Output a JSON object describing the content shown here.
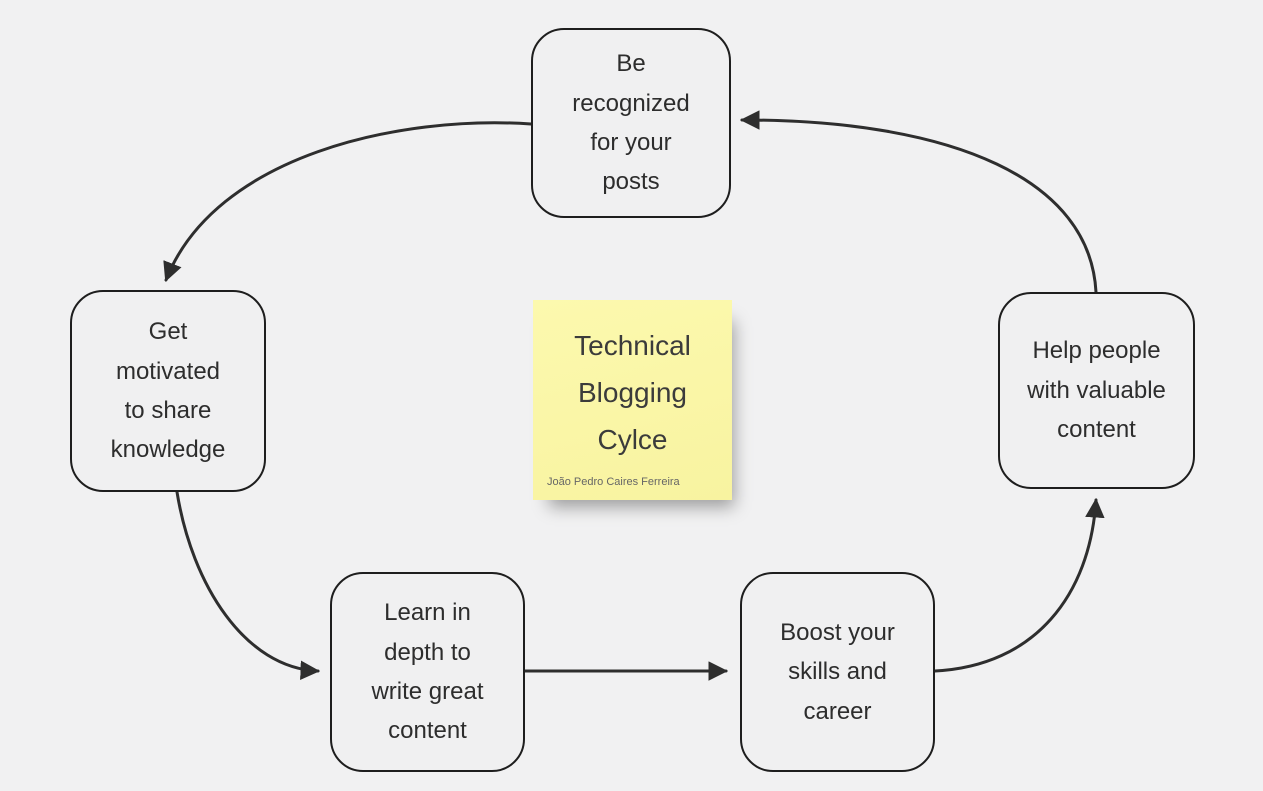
{
  "diagram": {
    "note": {
      "title": "Technical Blogging Cylce",
      "attribution": "João Pedro Caires Ferreira"
    },
    "nodes": [
      {
        "id": "recognized",
        "label": "Be recognized for your posts"
      },
      {
        "id": "motivated",
        "label": "Get motivated to share knowledge"
      },
      {
        "id": "learn",
        "label": "Learn in depth to write great content"
      },
      {
        "id": "boost",
        "label": "Boost your skills and career"
      },
      {
        "id": "help",
        "label": "Help people with valuable content"
      }
    ],
    "edges": [
      {
        "from": "recognized",
        "to": "motivated"
      },
      {
        "from": "motivated",
        "to": "learn"
      },
      {
        "from": "learn",
        "to": "boost"
      },
      {
        "from": "boost",
        "to": "help"
      },
      {
        "from": "help",
        "to": "recognized"
      }
    ],
    "colors": {
      "background": "#f1f1f2",
      "node_fill": "#f0f0f1",
      "node_border": "#1e1e1e",
      "arrow": "#2e2e2e",
      "note_fill": "#faf6a4",
      "text": "#2d2d2d"
    }
  }
}
